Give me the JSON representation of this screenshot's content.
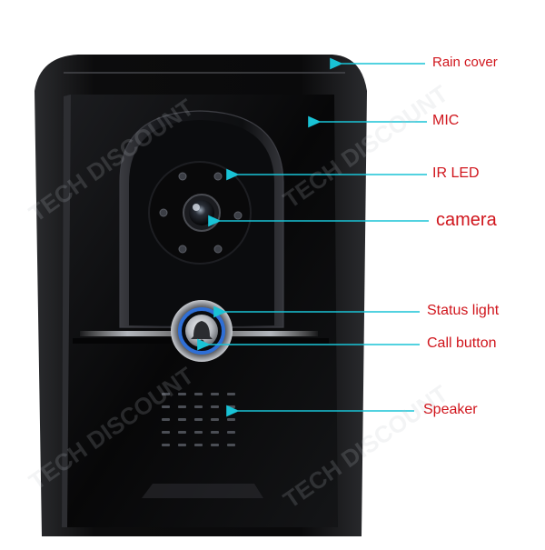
{
  "labels": {
    "rain_cover": "Rain cover",
    "mic": "MIC",
    "ir_led": "IR LED",
    "camera": "camera",
    "status_light": "Status light",
    "call_button": "Call button",
    "speaker": "Speaker"
  },
  "watermark": "TECH DISCOUNT",
  "colors": {
    "label_text": "#d0151c",
    "arrow": "#19c3d6",
    "button_ring": "#2f6fd6",
    "housing": "#0b0b0c"
  }
}
